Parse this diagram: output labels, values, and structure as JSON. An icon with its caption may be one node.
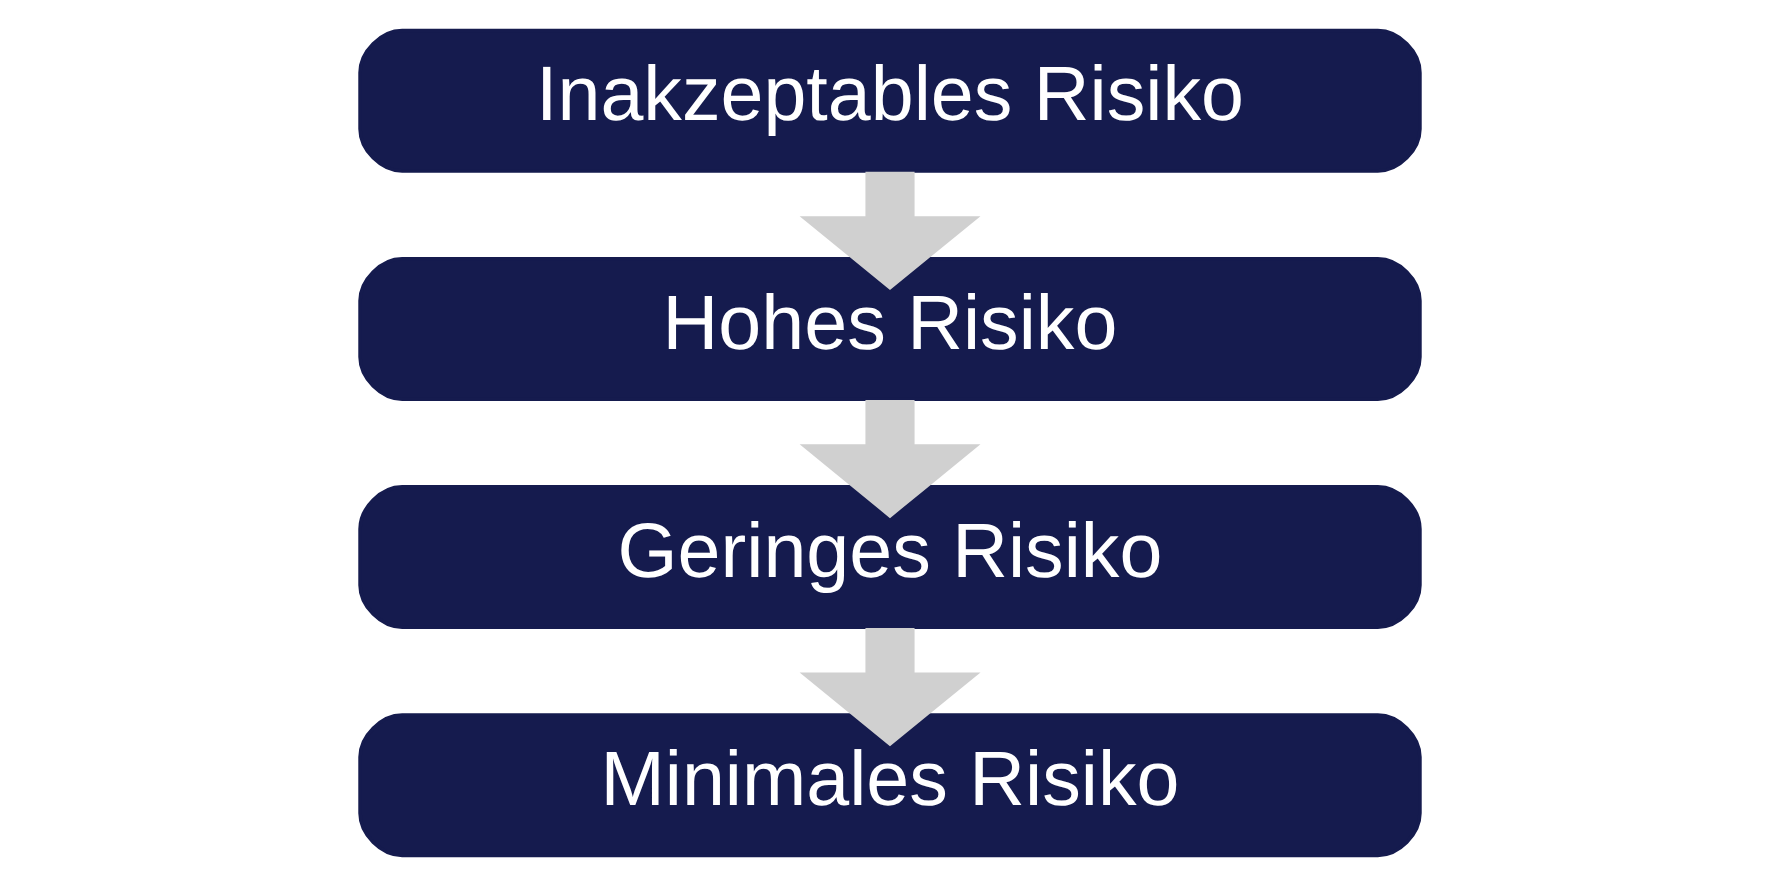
{
  "diagram": {
    "nodes": [
      {
        "text": [
          "Inakzeptables Risiko"
        ]
      },
      {
        "text": [
          "Hohes Risiko"
        ]
      },
      {
        "text": [
          "Geringes Risiko"
        ]
      },
      {
        "text": [
          "Minimales Risiko"
        ]
      }
    ],
    "edges": [
      {
        "from": 0,
        "to": 1,
        "arrow": "to"
      },
      {
        "from": 1,
        "to": 2,
        "arrow": "to"
      },
      {
        "from": 2,
        "to": 3,
        "arrow": "to"
      }
    ]
  }
}
